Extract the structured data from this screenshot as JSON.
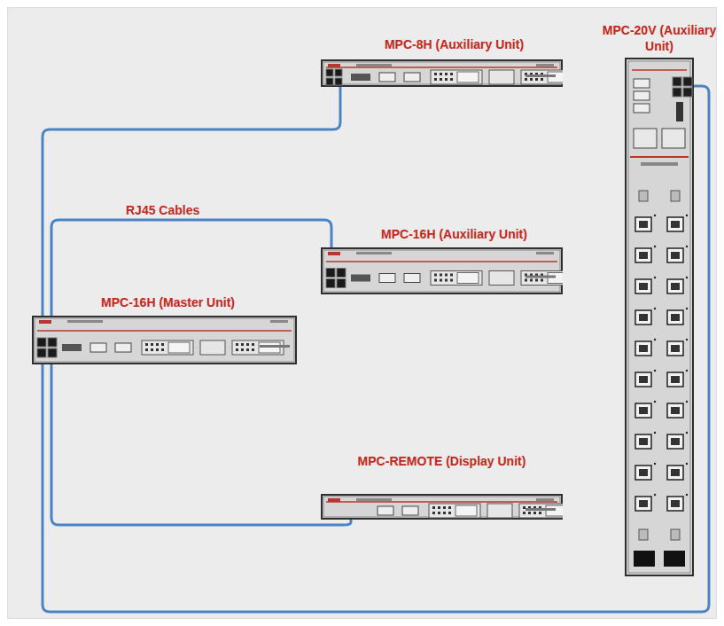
{
  "diagram": {
    "nodes": [
      {
        "text": [
          "MPC-8H (Auxiliary Unit)"
        ]
      },
      {
        "text": [
          "MPC-20V (Auxiliary Unit)"
        ]
      },
      {
        "text": [
          "MPC-16H (Auxiliary Unit)"
        ]
      },
      {
        "text": [
          "MPC-16H (Master Unit)"
        ]
      },
      {
        "text": [
          "MPC-REMOTE (Display Unit)"
        ]
      }
    ],
    "edges": [
      {
        "from": 3,
        "to": 0,
        "arrow": "none"
      },
      {
        "from": 3,
        "to": 1,
        "arrow": "none"
      },
      {
        "from": 3,
        "to": 2,
        "arrow": "none"
      },
      {
        "from": 3,
        "to": 4,
        "arrow": "none"
      }
    ],
    "labels": [
      "RJ45 Cables"
    ]
  }
}
